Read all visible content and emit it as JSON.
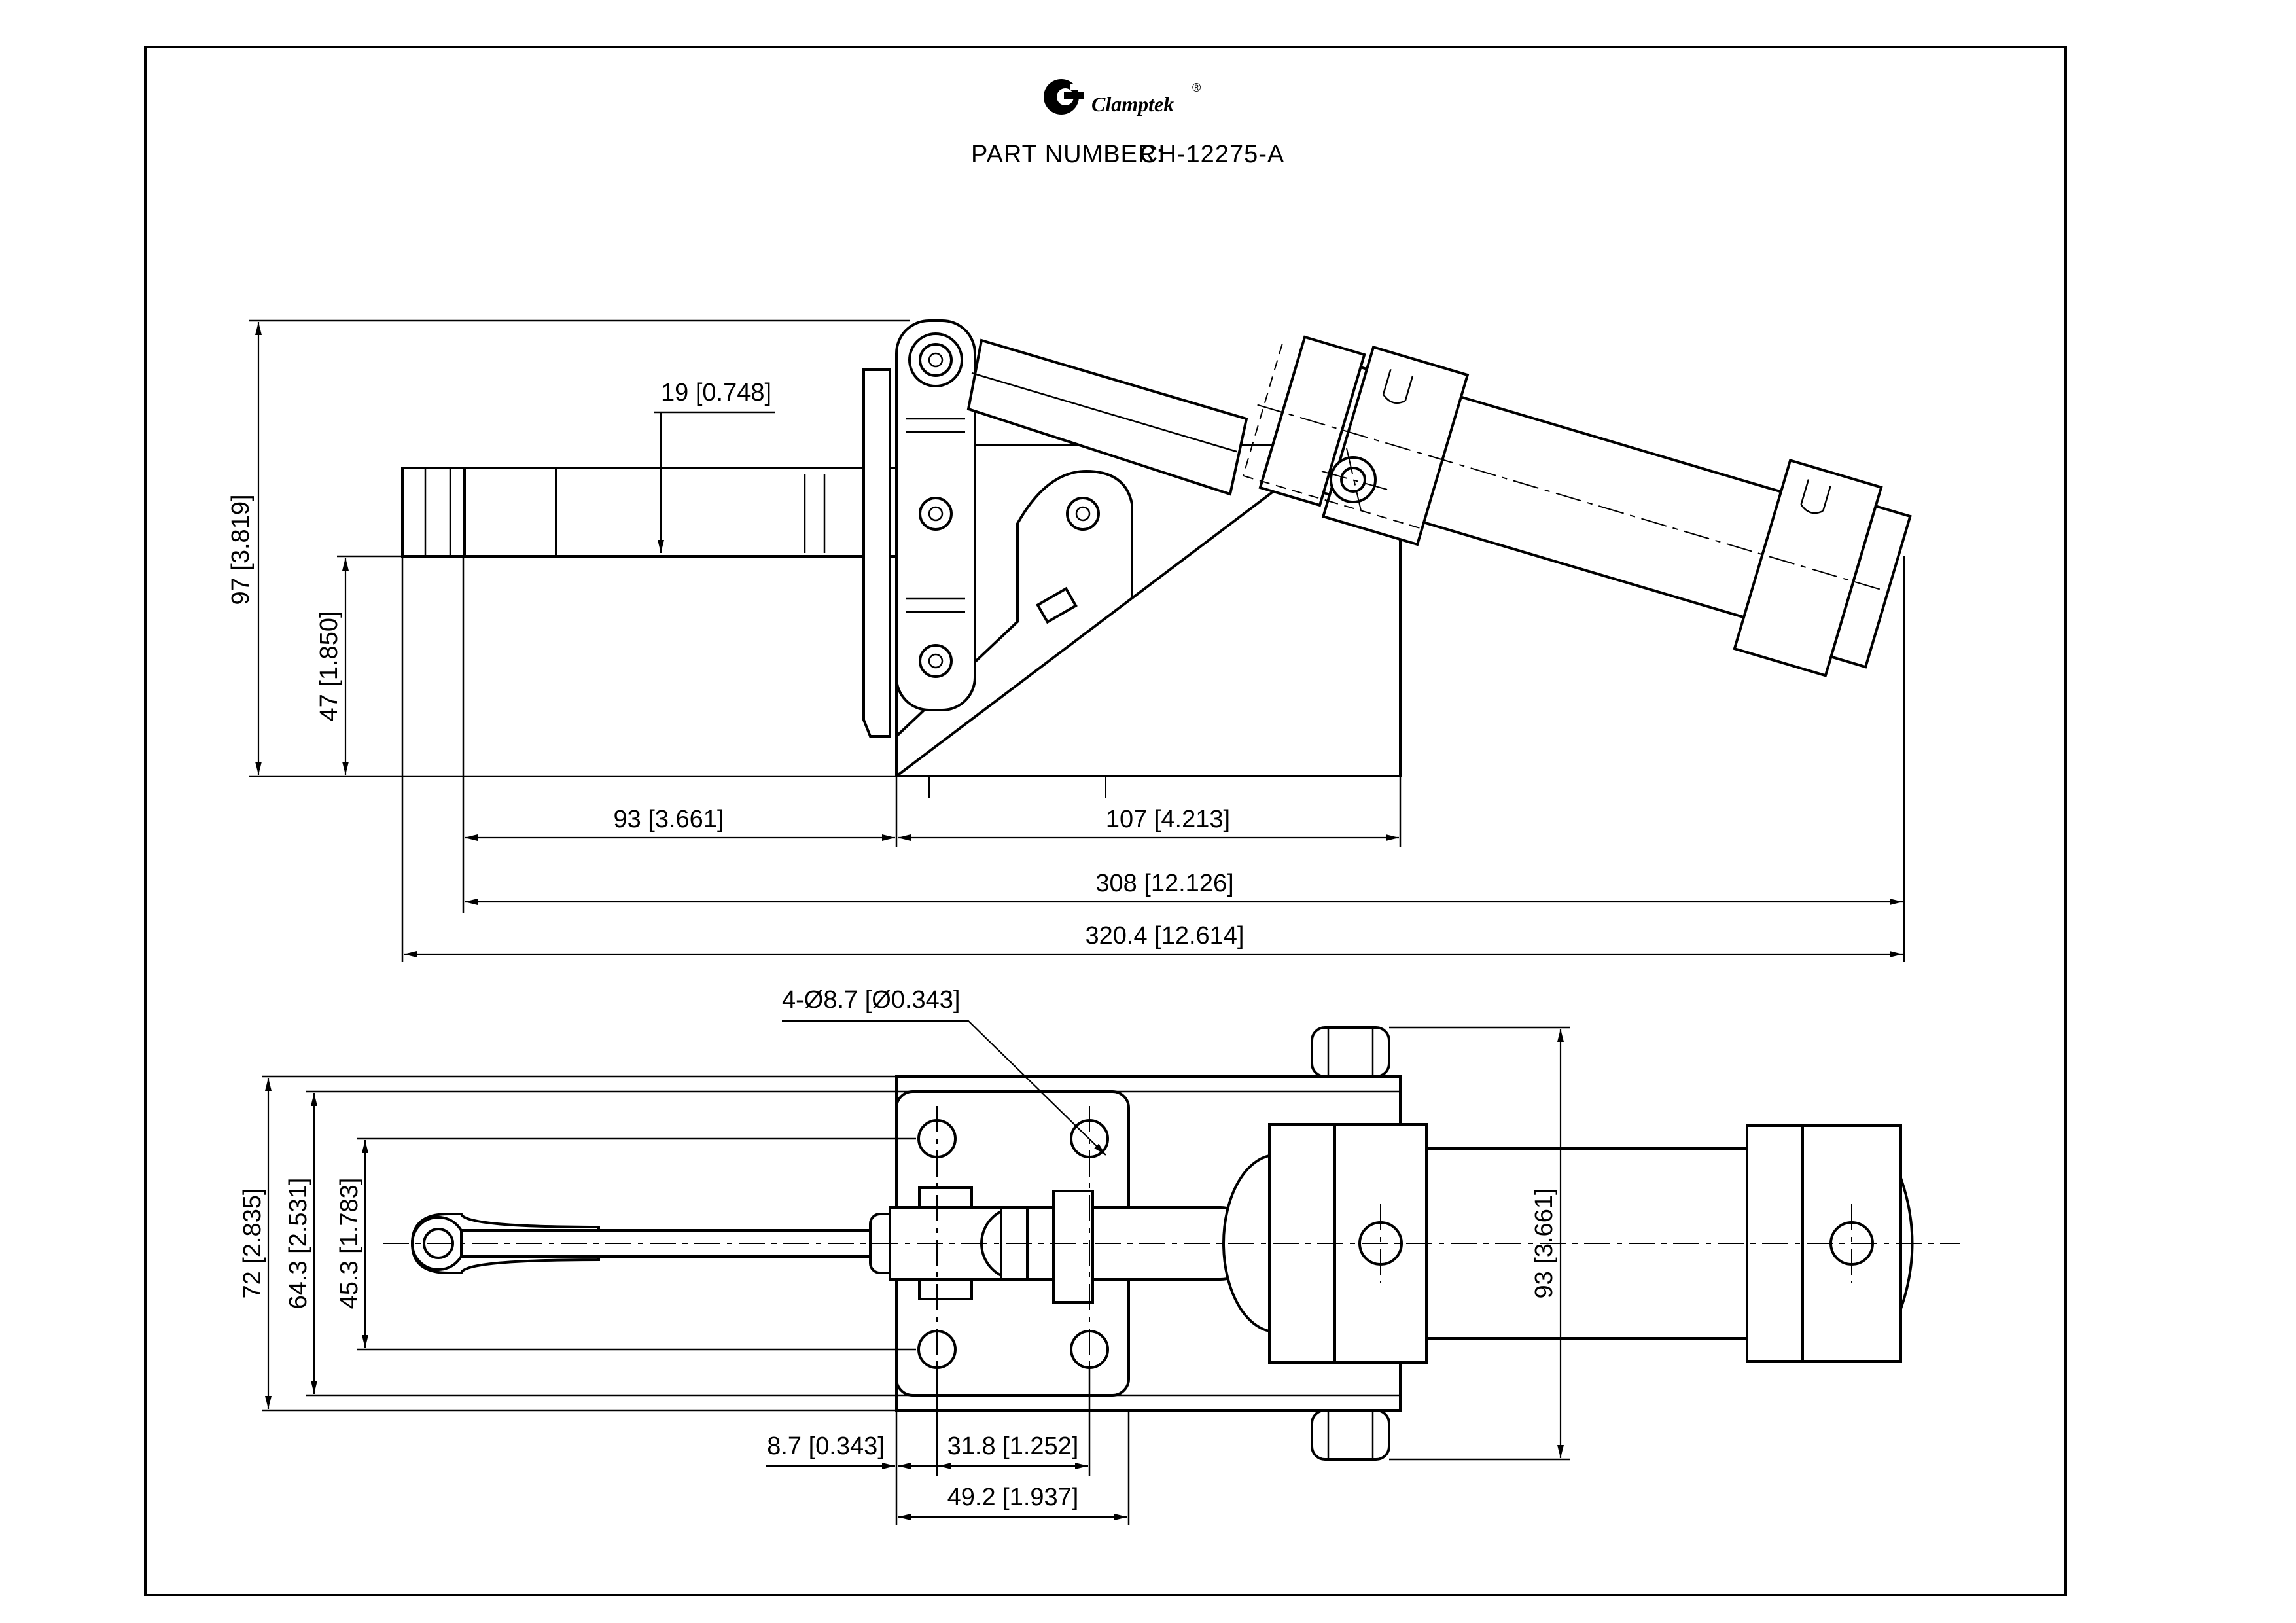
{
  "header": {
    "brand": "Clamptek",
    "registered": "®",
    "part_label": "PART NUMBER:",
    "part_number": "CH-12275-A"
  },
  "side_view": {
    "dims": {
      "overall_height": "97 [3.819]",
      "handle_height": "47 [1.850]",
      "handle_thickness": "19 [0.748]",
      "handle_to_base": "93 [3.661]",
      "base_length": "107 [4.213]",
      "length_308": "308 [12.126]",
      "overall_length": "320.4 [12.614]"
    }
  },
  "top_view": {
    "dims": {
      "holes": "4-Ø8.7 [Ø0.343]",
      "width_72": "72 [2.835]",
      "width_64": "64.3 [2.531]",
      "width_45": "45.3 [1.783]",
      "cyl_width": "93 [3.661]",
      "edge_8_7": "8.7 [0.343]",
      "pitch_31_8": "31.8 [1.252]",
      "base_49_2": "49.2 [1.937]"
    }
  }
}
